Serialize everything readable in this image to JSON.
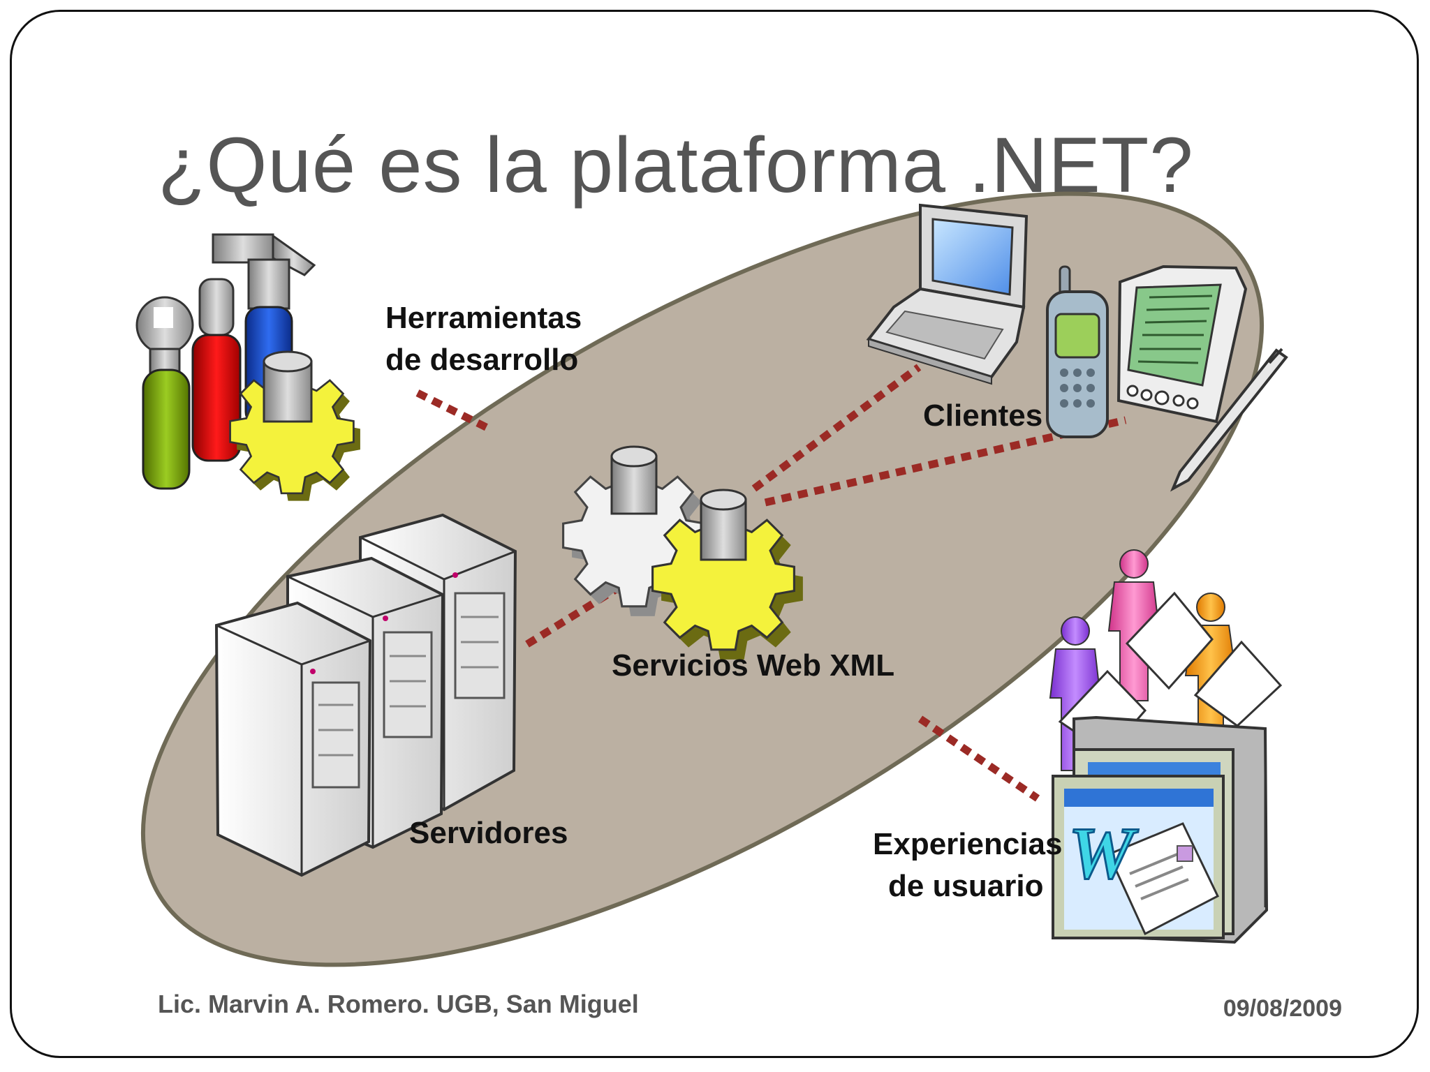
{
  "slide": {
    "title": "¿Qué es la plataforma .NET?",
    "footer_author": "Lic. Marvin A. Romero. UGB, San Miguel",
    "footer_date": "09/08/2009"
  },
  "diagram": {
    "labels": {
      "tools_line1": "Herramientas",
      "tools_line2": "de desarrollo",
      "clients": "Clientes",
      "web_services": "Servicios Web XML",
      "servers": "Servidores",
      "ux_line1": "Experiencias",
      "ux_line2": "de usuario"
    },
    "icons": [
      "tools-icon",
      "laptop-icon",
      "mobile-phone-icon",
      "pda-icon",
      "stylus-icon",
      "web-services-gears-icon",
      "servers-icon",
      "users-icon",
      "user-experience-window-icon"
    ],
    "colors": {
      "ellipse_fill": "#bbb0a2",
      "ellipse_stroke": "#6f6a56",
      "connector": "#9b2a25",
      "gear_yellow": "#f4f23c",
      "gear_white": "#f2f2f2"
    }
  }
}
